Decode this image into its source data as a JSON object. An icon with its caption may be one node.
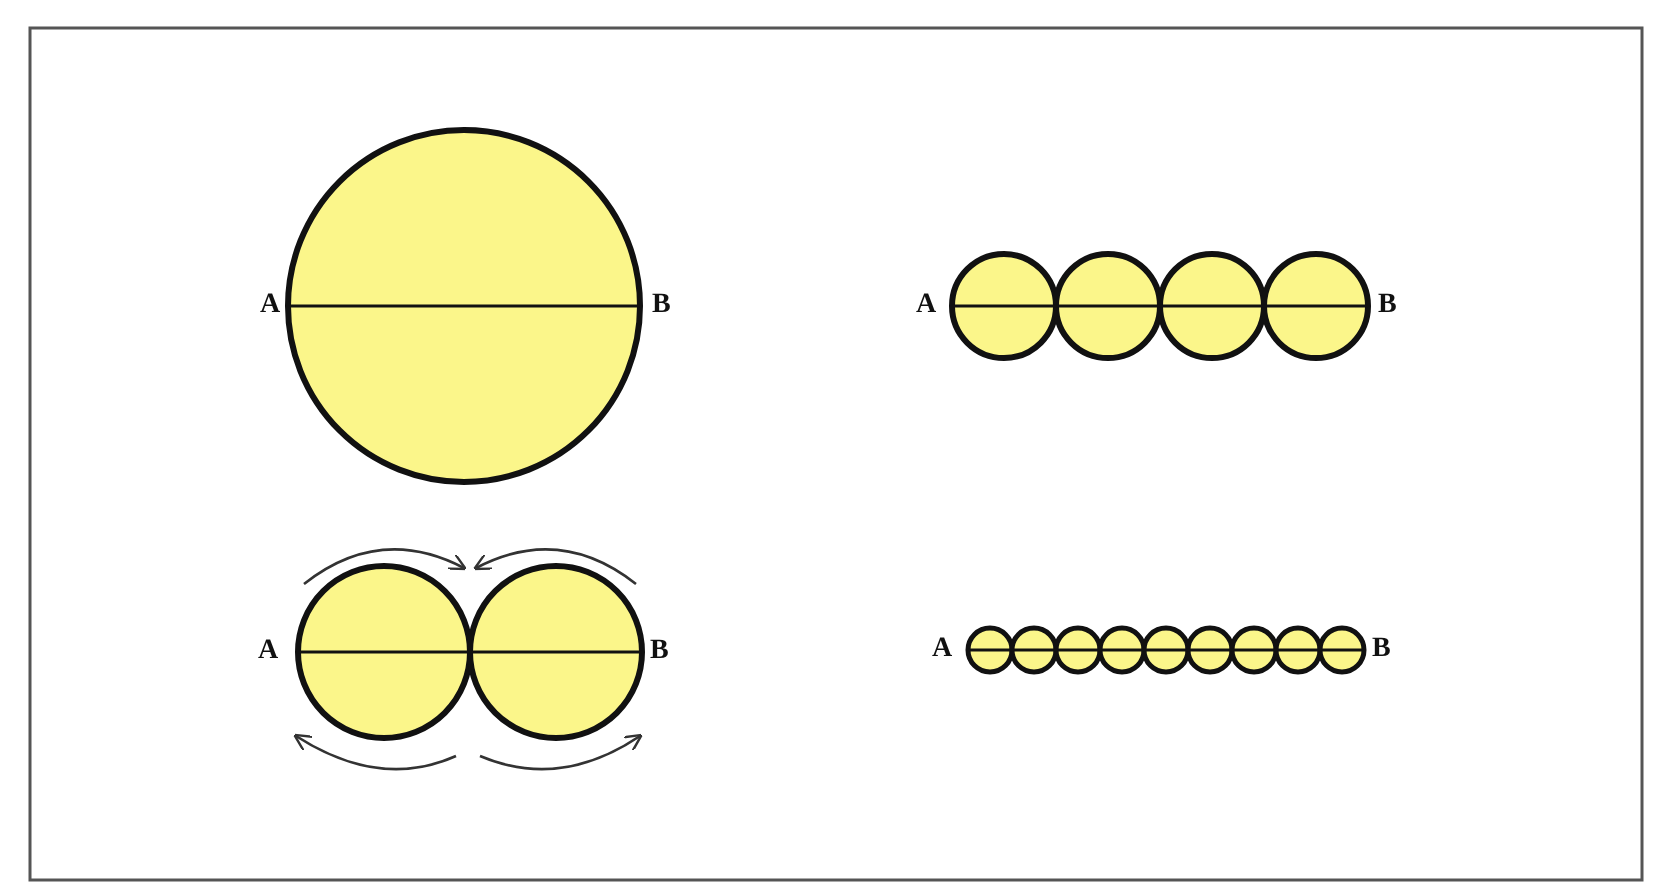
{
  "diagram": {
    "labels": [
      "A",
      "B",
      "A",
      "B",
      "A",
      "B",
      "A",
      "B"
    ]
  }
}
